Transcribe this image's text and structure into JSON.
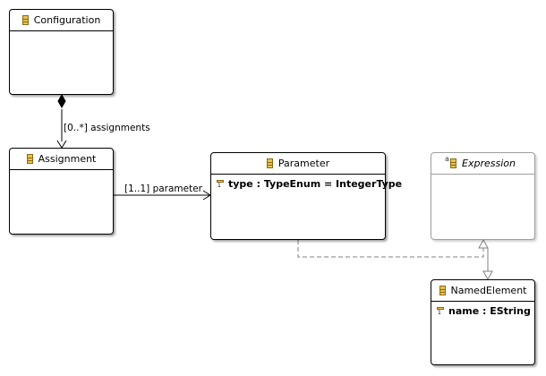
{
  "classes": {
    "configuration": {
      "name": "Configuration"
    },
    "assignment": {
      "name": "Assignment"
    },
    "parameter": {
      "name": "Parameter",
      "attributes": [
        {
          "text": "type : TypeEnum = IntegerType",
          "multiplicity": "1"
        }
      ]
    },
    "expression": {
      "name": "Expression",
      "abstract_marker": "a"
    },
    "named_element": {
      "name": "NamedElement",
      "attributes": [
        {
          "text": "name : EString",
          "multiplicity": "1"
        }
      ]
    }
  },
  "edges": {
    "assignments": {
      "label": "[0..*] assignments",
      "kind": "containment"
    },
    "parameter": {
      "label": "[1..1] parameter",
      "kind": "reference"
    },
    "parameter_inherits": {
      "kind": "generalization-dashed"
    },
    "named_element_inherits": {
      "kind": "generalization"
    }
  },
  "colors": {
    "border": "#000000",
    "abstract_border": "#9e9e9e",
    "class_icon_fill": "#e6c252",
    "class_icon_stroke": "#8a6a12"
  }
}
